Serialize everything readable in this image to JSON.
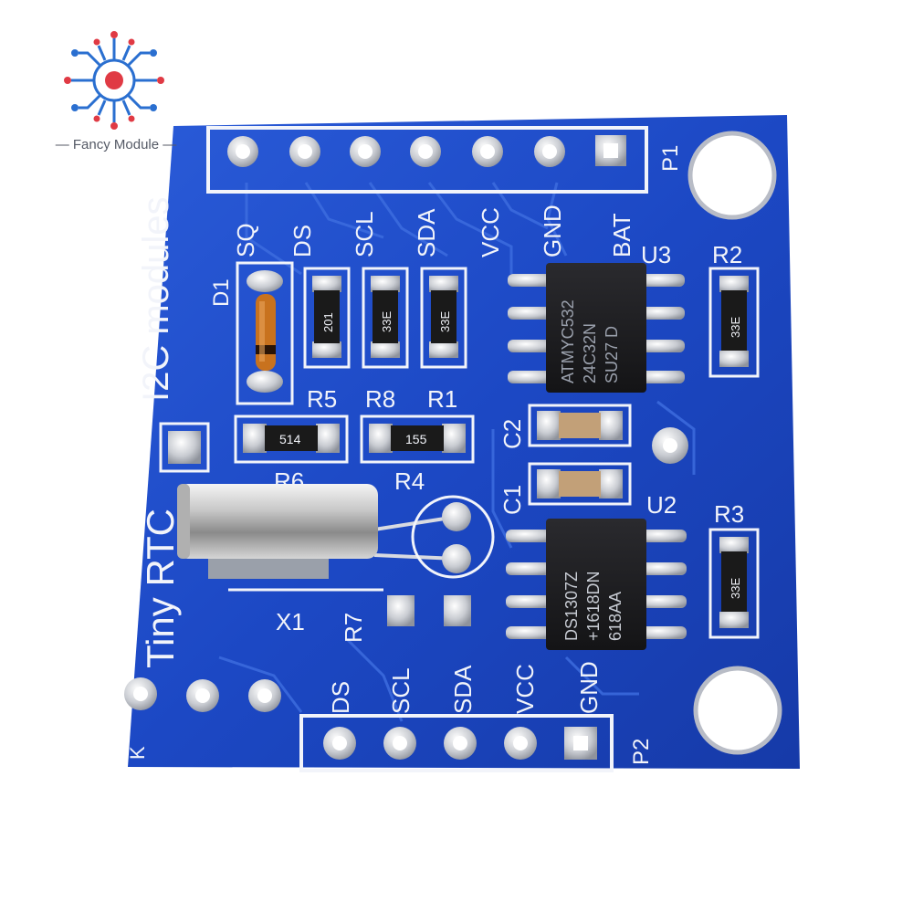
{
  "logo": {
    "brand": "Fancy Module",
    "icon": "circuit-node-icon"
  },
  "board": {
    "title": "Tiny RTC",
    "subtitle": "I2C modules",
    "top_header_label": "P1",
    "bottom_header_label": "P2",
    "top_pins": [
      "SQ",
      "DS",
      "SCL",
      "SDA",
      "VCC",
      "GND",
      "BAT"
    ],
    "bottom_pins": [
      "DS",
      "SCL",
      "SDA",
      "VCC",
      "GND"
    ],
    "refs": {
      "d1": "D1",
      "r1": "R1",
      "r2": "R2",
      "r3": "R3",
      "r4": "R4",
      "r5": "R5",
      "r6": "R6",
      "r7": "R7",
      "r8": "R8",
      "c1": "C1",
      "c2": "C2",
      "u2": "U2",
      "u3": "U3",
      "x1": "X1",
      "k": "K"
    },
    "resistor_codes": {
      "r5": "201",
      "r8": "33E",
      "r1": "33E",
      "r2": "33E",
      "r3": "33E",
      "r6": "514",
      "r4": "155"
    },
    "chips": {
      "u3": {
        "line1": "ATMYC532",
        "line2": "24C32N",
        "line3": "SU27 D"
      },
      "u2": {
        "line1": "DS1307Z",
        "line2": "+1618DN",
        "line3": "618AA"
      }
    },
    "colors": {
      "pcb": "#1c48c4",
      "silkscreen": "#f2f4fa",
      "pad": "#c9ccd2"
    }
  }
}
